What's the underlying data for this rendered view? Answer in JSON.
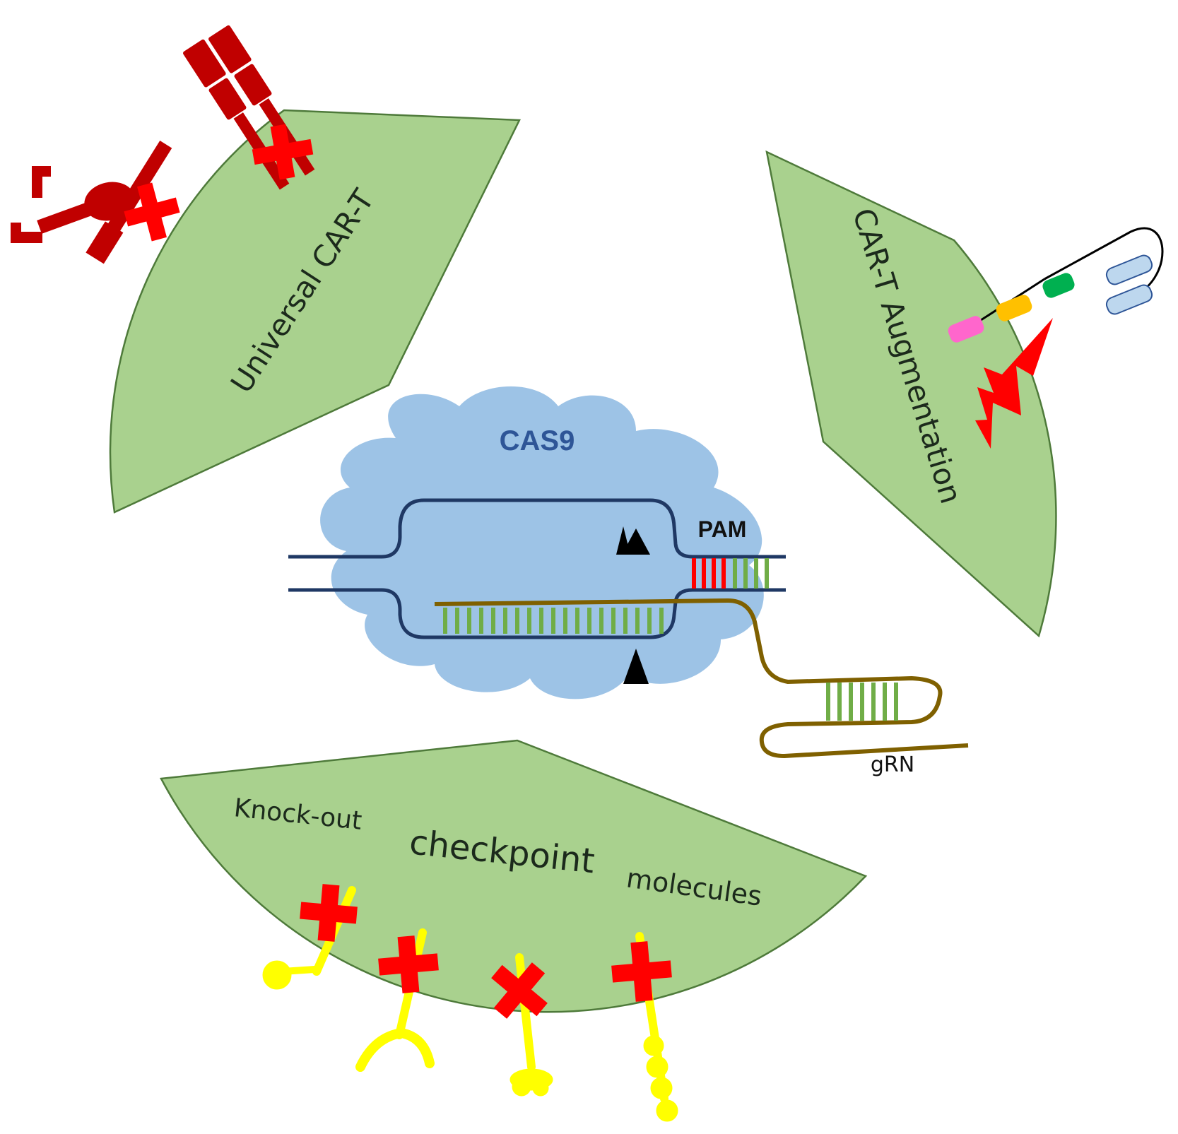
{
  "sectors": {
    "universal": {
      "label": "Universal CAR-T"
    },
    "augmentation": {
      "label": "CAR-T Augmentation"
    },
    "knockout": {
      "label_part1": "Knock-out",
      "label_part2": "checkpoint",
      "label_part3": "molecules"
    }
  },
  "cas9": {
    "label": "CAS9",
    "pam_label": "PAM",
    "grna_label": "gRN"
  },
  "colors": {
    "sector_fill": "#a9d18e",
    "sector_stroke": "#4e7a3a",
    "cloud_fill": "#9dc3e6",
    "dna_stroke": "#1f3864",
    "rna_stroke": "#7f6000",
    "rung_green": "#70ad47",
    "pam_red": "#ff0000",
    "receptor_darkred": "#c00000",
    "cross_red": "#ff0000",
    "checkpoint_yellow": "#ffff00",
    "cas9_text": "#2e5597"
  }
}
